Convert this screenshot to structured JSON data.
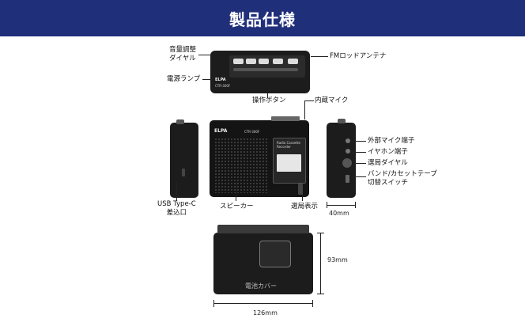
{
  "header": {
    "title": "製品仕様"
  },
  "callouts": {
    "volume_dial": "音量調整\nダイヤル",
    "power_lamp": "電源ランプ",
    "fm_antenna": "FMロッドアンテナ",
    "control_buttons": "操作ボタン",
    "built_in_mic": "内蔵マイク",
    "ext_mic_jack": "外部マイク端子",
    "earphone_jack": "イヤホン端子",
    "tuning_dial": "選局ダイヤル",
    "band_switch": "バンド/カセットテープ\n切替スイッチ",
    "usb_port": "USB Type-C\n差込口",
    "speaker": "スピーカー",
    "tuning_display": "選局表示",
    "battery_cover": "電池カバー"
  },
  "device": {
    "brand": "ELPA",
    "model": "CTR-300F",
    "cassette_label": "Radio Cassette\nRecorder"
  },
  "dimensions": {
    "depth": "40mm",
    "height": "93mm",
    "width": "126mm"
  },
  "colors": {
    "header_bg": "#1f2f7a",
    "device_body": "#1c1c1c"
  }
}
